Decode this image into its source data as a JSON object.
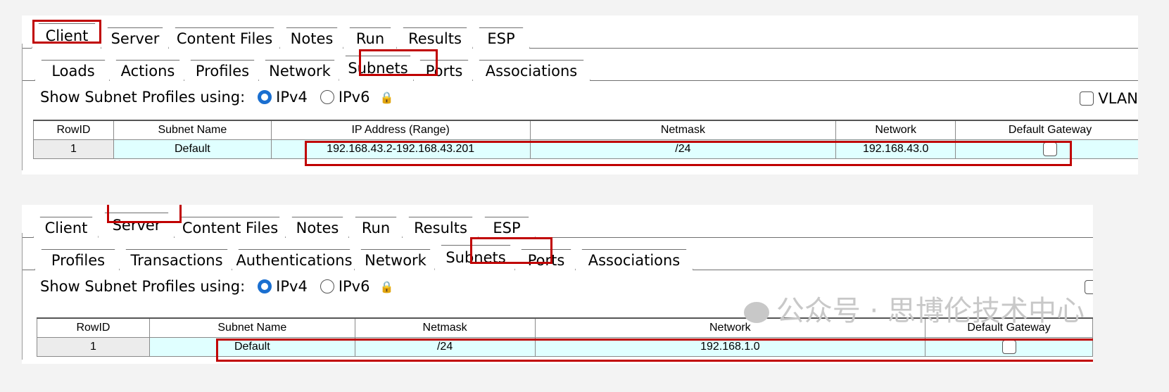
{
  "client_panel": {
    "main_tabs": [
      "Client",
      "Server",
      "Content Files",
      "Notes",
      "Run",
      "Results",
      "ESP"
    ],
    "active_main_tab": "Client",
    "sub_tabs": [
      "Loads",
      "Actions",
      "Profiles",
      "Network",
      "Subnets",
      "Ports",
      "Associations"
    ],
    "active_sub_tab": "Subnets",
    "show_label": "Show Subnet Profiles using:",
    "ipv4_label": "IPv4",
    "ipv6_label": "IPv6",
    "ip_selected": "IPv4",
    "vlan_label": "VLAN",
    "table": {
      "headers": [
        "RowID",
        "Subnet Name",
        "IP Address (Range)",
        "Netmask",
        "Network",
        "Default Gateway"
      ],
      "rows": [
        {
          "rowid": "1",
          "subnet_name": "Default",
          "ip_range": "192.168.43.2-192.168.43.201",
          "netmask": "/24",
          "network": "192.168.43.0",
          "default_gateway_checked": false
        }
      ]
    }
  },
  "server_panel": {
    "main_tabs": [
      "Client",
      "Server",
      "Content Files",
      "Notes",
      "Run",
      "Results",
      "ESP"
    ],
    "active_main_tab": "Server",
    "sub_tabs": [
      "Profiles",
      "Transactions",
      "Authentications",
      "Network",
      "Subnets",
      "Ports",
      "Associations"
    ],
    "active_sub_tab": "Subnets",
    "show_label": "Show Subnet Profiles using:",
    "ipv4_label": "IPv4",
    "ipv6_label": "IPv6",
    "ip_selected": "IPv4",
    "table": {
      "headers": [
        "RowID",
        "Subnet Name",
        "Netmask",
        "Network",
        "Default Gateway"
      ],
      "rows": [
        {
          "rowid": "1",
          "subnet_name": "Default",
          "netmask": "/24",
          "network": "192.168.1.0",
          "default_gateway_checked": false
        }
      ]
    }
  },
  "watermark": "公众号 · 思博伦技术中心",
  "colors": {
    "highlight": "#c00000",
    "row_fill": "#e0ffff",
    "radio_selected": "#1a6fd0"
  }
}
